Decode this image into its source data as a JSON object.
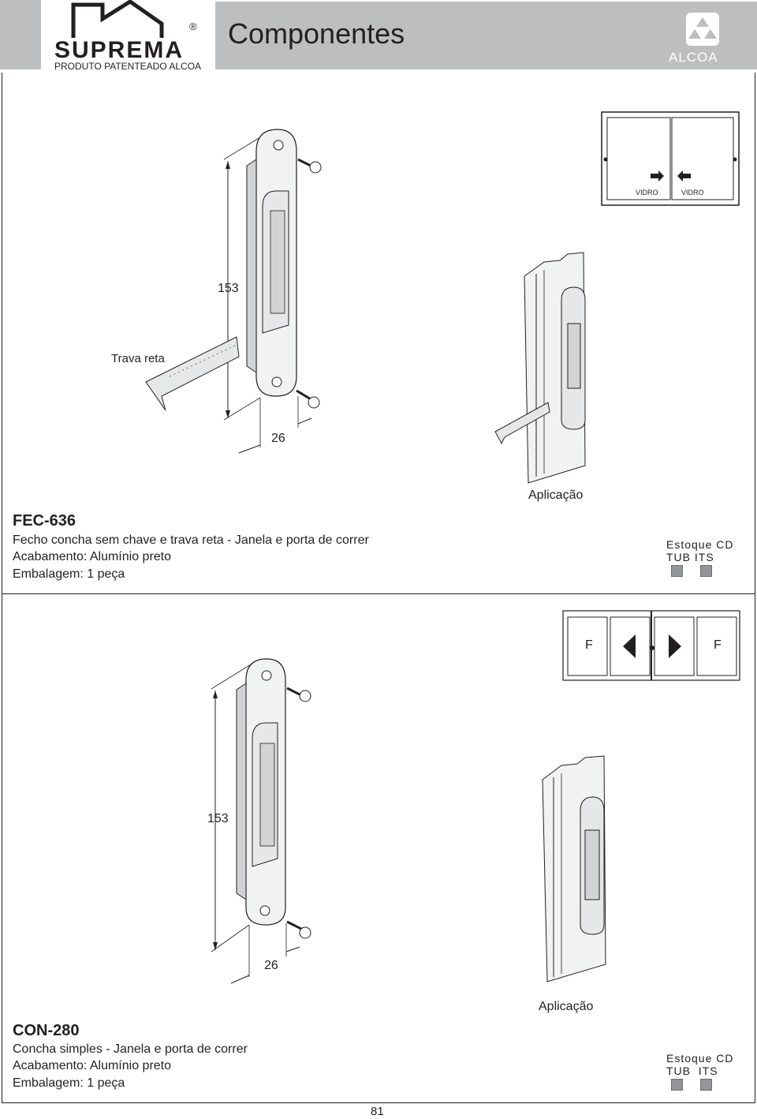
{
  "header": {
    "brand": "SUPREMA",
    "brand_sub": "PRODUTO PATENTEADO ALCOA",
    "registered": "®",
    "title": "Componentes",
    "partner": "ALCOA"
  },
  "product1": {
    "code": "FEC-636",
    "description": "Fecho concha sem chave e trava reta - Janela e porta de correr",
    "finish": "Acabamento: Alumínio preto",
    "packaging": "Embalagem: 1 peça",
    "dim_height": "153",
    "dim_width": "26",
    "callout": "Trava reta",
    "application_label": "Aplicação",
    "window_labels": [
      "VIDRO",
      "VIDRO"
    ],
    "stock_title": "Estoque CD",
    "stock_cols": "TUB ITS"
  },
  "product2": {
    "code": "CON-280",
    "description": "Concha simples - Janela e porta de correr",
    "finish": "Acabamento: Alumínio preto",
    "packaging": "Embalagem: 1 peça",
    "dim_height": "153",
    "dim_width": "26",
    "application_label": "Aplicação",
    "window_labels": [
      "F",
      "F"
    ],
    "stock_title": "Estoque CD",
    "stock_cols": "TUB  ITS"
  },
  "footer": {
    "page_number": "81"
  }
}
